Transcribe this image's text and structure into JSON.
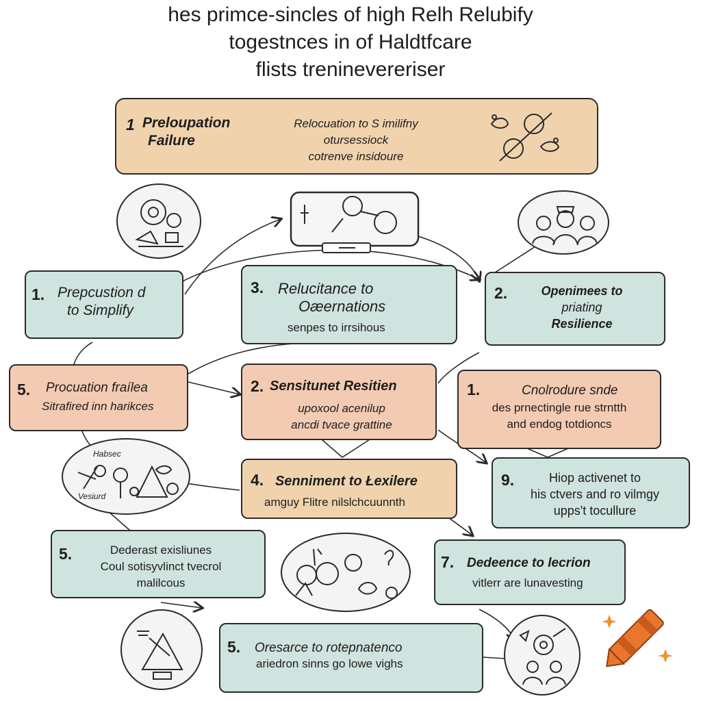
{
  "title": {
    "line1": "hes primce-sincles of high Relh Relubify",
    "line2": "togestnces in of Haldtfcare",
    "line3": "flists treninevereriser"
  },
  "boxes": {
    "top": {
      "number": "1",
      "heading_l1": "Preloupation",
      "heading_l2": "Failure",
      "body_l1": "Relocuation to S imilifny",
      "body_l2": "otursessiock",
      "body_l3": "cotrenve insidoure"
    },
    "left1": {
      "number": "1.",
      "heading_l1": "Prepcustion d",
      "heading_l2": "to Simplify"
    },
    "mid3": {
      "number": "3.",
      "heading_l1": "Relucitance to",
      "heading_l2": "Oæernations",
      "body": "senpes to irrsihous"
    },
    "right2": {
      "number": "2.",
      "heading_l1": "Openimees to",
      "heading_l2": "priating",
      "heading_l3": "Resilience"
    },
    "left5": {
      "number": "5.",
      "heading": "Procuation fraílea",
      "body": "Sitrafired inn harikces"
    },
    "mid2": {
      "number": "2.",
      "heading": "Sensitunet Resitien",
      "body_l1": "upoxool acenilup",
      "body_l2": "ancdi tvace grattine"
    },
    "right1": {
      "number": "1.",
      "heading": "Cnolrodure snde",
      "body_l1": "des prnectingle rue strntth",
      "body_l2": "and endog totdioncs"
    },
    "mid4": {
      "number": "4.",
      "heading": "Senniment to Łexilere",
      "body": "amguy Flitre nilslchcuunnth"
    },
    "right9": {
      "number": "9.",
      "body_l1": "Hiop activenet to",
      "body_l2": "his ctvers and ro vilmgy",
      "body_l3": "upps't tocullure"
    },
    "left5b": {
      "number": "5.",
      "body_l1": "Dederast exisliunes",
      "body_l2": "Coul sotisyvlinct tvecrol",
      "body_l3": "malilcous"
    },
    "right7": {
      "number": "7.",
      "heading": "Dedeence to lecrion",
      "body": "vitlerr are lunavesting"
    },
    "bottom5": {
      "number": "5.",
      "heading": "Oresarce to rotepnatenco",
      "body": "ariedron sinns go lowe vighs"
    }
  },
  "circle_labels": {
    "top": "Habsec",
    "bottom": "Vesiurd"
  },
  "colors": {
    "teal": "#cfe3df",
    "peach": "#f3cbb2",
    "tan": "#f0d3ad",
    "ink": "#2a2a2a",
    "crayon": "#e8762b"
  }
}
